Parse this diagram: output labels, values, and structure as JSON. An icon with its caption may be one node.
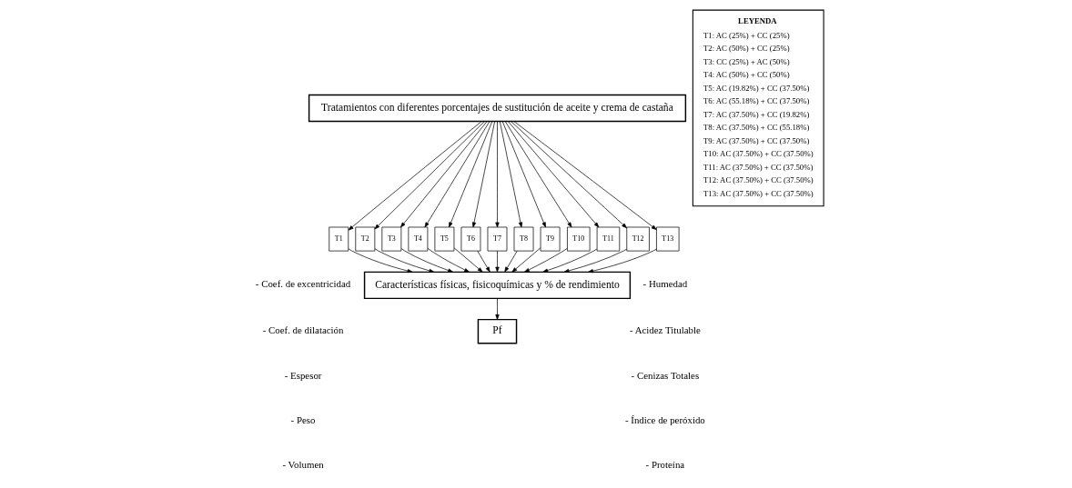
{
  "diagram": {
    "nodes": [
      {
        "text": [
          "Tratamientos con diferentes porcentajes de sustitución de aceite y crema de castaña"
        ]
      },
      {
        "text": [
          "T1"
        ]
      },
      {
        "text": [
          "T2"
        ]
      },
      {
        "text": [
          "T3"
        ]
      },
      {
        "text": [
          "T4"
        ]
      },
      {
        "text": [
          "T5"
        ]
      },
      {
        "text": [
          "T6"
        ]
      },
      {
        "text": [
          "T7"
        ]
      },
      {
        "text": [
          "T8"
        ]
      },
      {
        "text": [
          "T9"
        ]
      },
      {
        "text": [
          "T10"
        ]
      },
      {
        "text": [
          "T11"
        ]
      },
      {
        "text": [
          "T12"
        ]
      },
      {
        "text": [
          "T13"
        ]
      },
      {
        "text": [
          "Características físicas, fisicoquímicas y % de rendimiento"
        ]
      },
      {
        "text": [
          "Pf"
        ]
      },
      {
        "text": [
          "LEYENDA",
          "T1: AC (25%) + CC (25%)",
          "T2: AC (50%) + CC (25%)",
          "T3: CC (25%) + AC (50%)",
          "T4: AC (50%) + CC (50%)",
          "T5: AC (19.82%) + CC (37.50%)",
          "T6: AC (55.18%) + CC (37.50%)",
          "T7: AC (37.50%) + CC (19.82%)",
          "T8: AC (37.50%) + CC (55.18%)",
          "T9: AC (37.50%) + CC (37.50%)",
          "T10: AC (37.50%) + CC (37.50%)",
          "T11: AC (37.50%) + CC (37.50%)",
          "T12: AC (37.50%) + CC (37.50%)",
          "T13: AC (37.50%) + CC (37.50%)"
        ]
      }
    ],
    "edges": [
      {
        "from": 0,
        "to": 1,
        "arrow": "to"
      },
      {
        "from": 0,
        "to": 2,
        "arrow": "to"
      },
      {
        "from": 0,
        "to": 3,
        "arrow": "to"
      },
      {
        "from": 0,
        "to": 4,
        "arrow": "to"
      },
      {
        "from": 0,
        "to": 5,
        "arrow": "to"
      },
      {
        "from": 0,
        "to": 6,
        "arrow": "to"
      },
      {
        "from": 0,
        "to": 7,
        "arrow": "to"
      },
      {
        "from": 0,
        "to": 8,
        "arrow": "to"
      },
      {
        "from": 0,
        "to": 9,
        "arrow": "to"
      },
      {
        "from": 0,
        "to": 10,
        "arrow": "to"
      },
      {
        "from": 0,
        "to": 11,
        "arrow": "to"
      },
      {
        "from": 0,
        "to": 12,
        "arrow": "to"
      },
      {
        "from": 0,
        "to": 13,
        "arrow": "to"
      },
      {
        "from": 1,
        "to": 14,
        "arrow": "to"
      },
      {
        "from": 2,
        "to": 14,
        "arrow": "to"
      },
      {
        "from": 3,
        "to": 14,
        "arrow": "to"
      },
      {
        "from": 4,
        "to": 14,
        "arrow": "to"
      },
      {
        "from": 5,
        "to": 14,
        "arrow": "to"
      },
      {
        "from": 6,
        "to": 14,
        "arrow": "to"
      },
      {
        "from": 7,
        "to": 14,
        "arrow": "to"
      },
      {
        "from": 8,
        "to": 14,
        "arrow": "to"
      },
      {
        "from": 9,
        "to": 14,
        "arrow": "to"
      },
      {
        "from": 10,
        "to": 14,
        "arrow": "to"
      },
      {
        "from": 11,
        "to": 14,
        "arrow": "to"
      },
      {
        "from": 12,
        "to": 14,
        "arrow": "to"
      },
      {
        "from": 13,
        "to": 14,
        "arrow": "to"
      },
      {
        "from": 14,
        "to": 15,
        "arrow": "to"
      }
    ],
    "labels": [
      "- Coef. de excentricidad",
      "- Coef. de dilatación",
      "- Espesor",
      "- Peso",
      "- Volumen",
      "- Humedad",
      "- Acidez Titulable",
      "- Cenizas Totales",
      "- Índice de peróxido",
      "- Proteína"
    ]
  }
}
